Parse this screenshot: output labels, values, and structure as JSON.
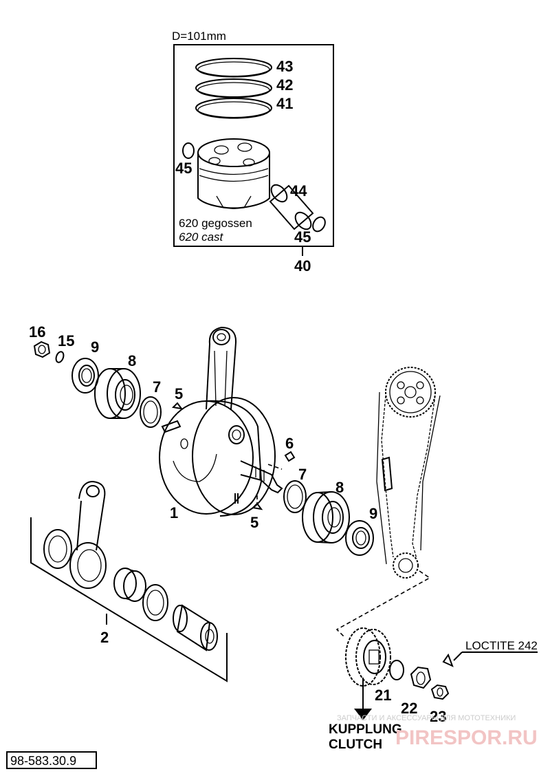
{
  "diagram": {
    "piston_box": {
      "diameter_label": "D=101mm",
      "note_de": "620 gegossen",
      "note_en": "620 cast",
      "callouts": {
        "ring_top": "43",
        "ring_mid": "42",
        "ring_bot": "41",
        "circlip_left": "45",
        "pin": "44",
        "circlip_right": "45",
        "assembly": "40"
      }
    },
    "crank_callouts": {
      "nut": "16",
      "washer": "15",
      "seal_left": "9",
      "bearing_left": "8",
      "shim_left": "7",
      "key_left": "5",
      "key_right_top": "6",
      "shim_right": "7",
      "bearing_right": "8",
      "seal_right": "9",
      "crankshaft": "1",
      "key_right_bottom": "5",
      "conrod_kit": "2",
      "circlip_gear": "21",
      "nut_gear": "22",
      "nut_small": "23"
    },
    "loctite_label": "LOCTITE 242",
    "direction_de": "KUPPLUNG",
    "direction_en": "CLUTCH",
    "part_number": "98-583.30.9",
    "watermark_small": "ЗАПЧАСТИ И АКСЕССУАРЫ ДЛЯ МОТОТЕХНИКИ",
    "watermark_large": "PIRESPOR.RU"
  }
}
